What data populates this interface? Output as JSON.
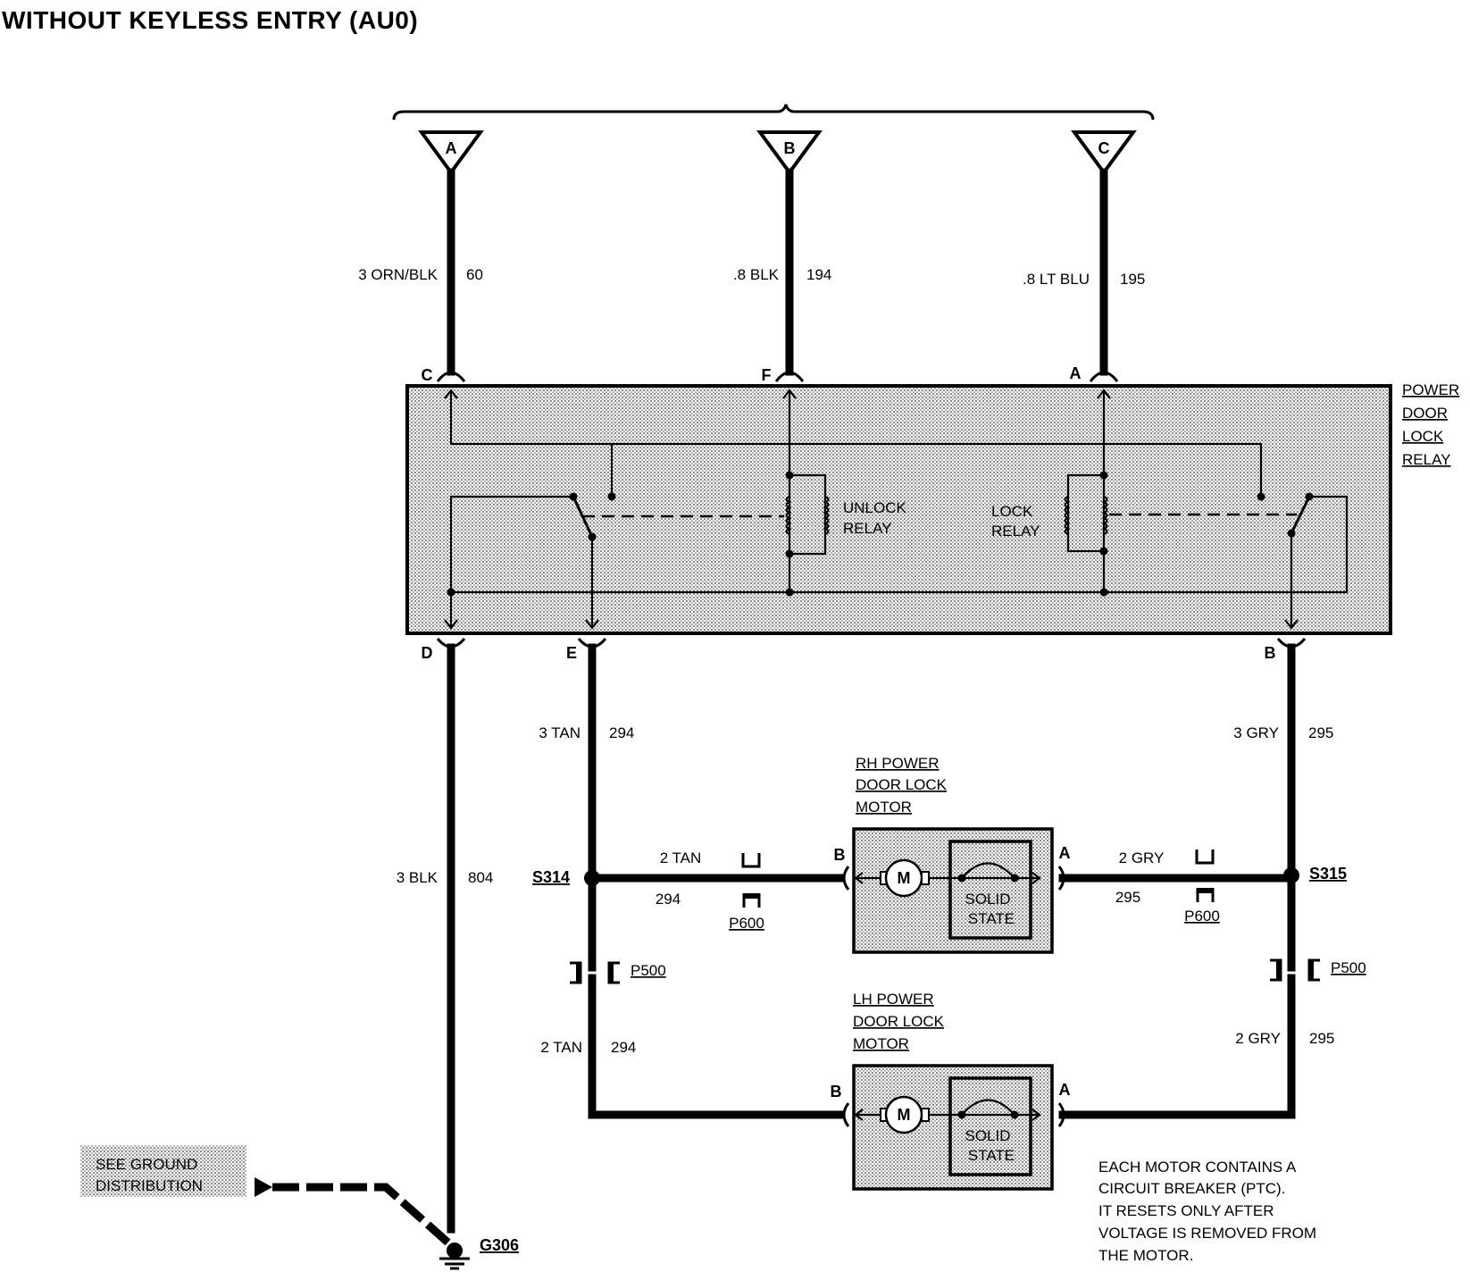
{
  "title": "WITHOUT KEYLESS ENTRY (AU0)",
  "terminals": {
    "a": "A",
    "b": "B",
    "c": "C"
  },
  "wires": {
    "w60": {
      "gauge": "3 ORN/BLK",
      "circuit": "60"
    },
    "w194": {
      "gauge": ".8 BLK",
      "circuit": "194"
    },
    "w195": {
      "gauge": ".8 LT BLU",
      "circuit": "195"
    },
    "w294_top": {
      "gauge": "3 TAN",
      "circuit": "294"
    },
    "w295_top": {
      "gauge": "3 GRY",
      "circuit": "295"
    },
    "w804": {
      "gauge": "3 BLK",
      "circuit": "804"
    },
    "w294_rh": {
      "gauge": "2 TAN",
      "circuit": "294"
    },
    "w295_rh": {
      "gauge": "2 GRY",
      "circuit": "295"
    },
    "w294_lh": {
      "gauge": "2 TAN",
      "circuit": "294"
    },
    "w295_lh": {
      "gauge": "2 GRY",
      "circuit": "295"
    }
  },
  "relay_pins": {
    "c": "C",
    "f": "F",
    "a": "A",
    "d": "D",
    "e": "E",
    "b": "B"
  },
  "relay_label": [
    "POWER",
    "DOOR",
    "LOCK",
    "RELAY"
  ],
  "unlock_relay": [
    "UNLOCK",
    "RELAY"
  ],
  "lock_relay": [
    "LOCK",
    "RELAY"
  ],
  "rh_motor_label": [
    "RH POWER",
    "DOOR LOCK",
    "MOTOR"
  ],
  "lh_motor_label": [
    "LH POWER",
    "DOOR LOCK",
    "MOTOR"
  ],
  "motor_symbol": "M",
  "solid_state": [
    "SOLID",
    "STATE"
  ],
  "motor_pins": {
    "b": "B",
    "a": "A"
  },
  "splices": {
    "s314": "S314",
    "s315": "S315"
  },
  "connectors": {
    "p600": "P600",
    "p500": "P500"
  },
  "ground": {
    "id": "G306",
    "ref": [
      "SEE GROUND",
      "DISTRIBUTION"
    ]
  },
  "note": [
    "EACH MOTOR CONTAINS A",
    "CIRCUIT BREAKER (PTC).",
    "IT RESETS ONLY AFTER",
    "VOLTAGE IS REMOVED FROM",
    "THE MOTOR."
  ]
}
